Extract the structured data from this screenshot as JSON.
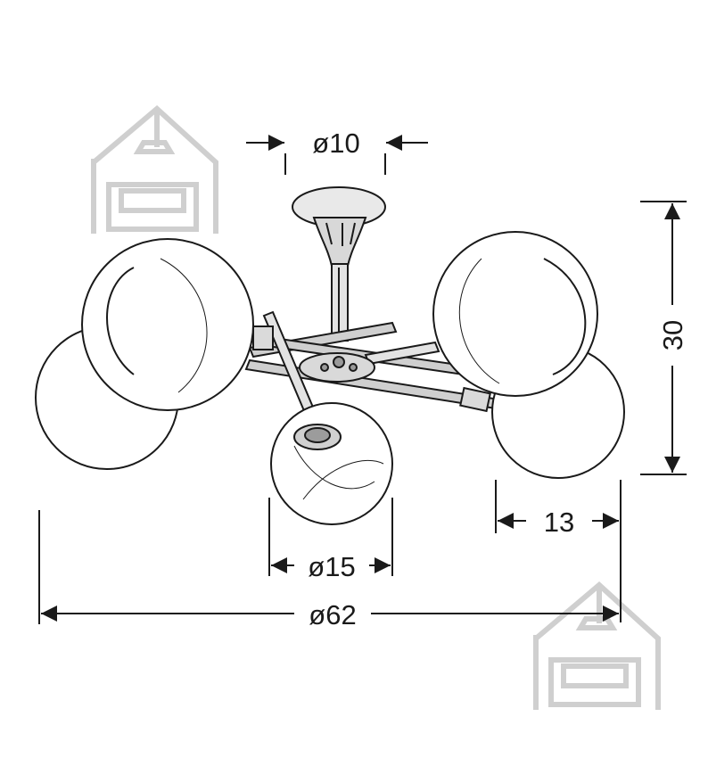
{
  "dimensions": {
    "top_plate_diameter": "ø10",
    "height": "30",
    "shade_depth": "13",
    "shade_diameter": "ø15",
    "overall_diameter": "ø62"
  },
  "colors": {
    "line": "#1a1a1a",
    "watermark": "#cfcfcf",
    "background": "#ffffff"
  },
  "icons": [
    "house-sofa-watermark-icon"
  ]
}
